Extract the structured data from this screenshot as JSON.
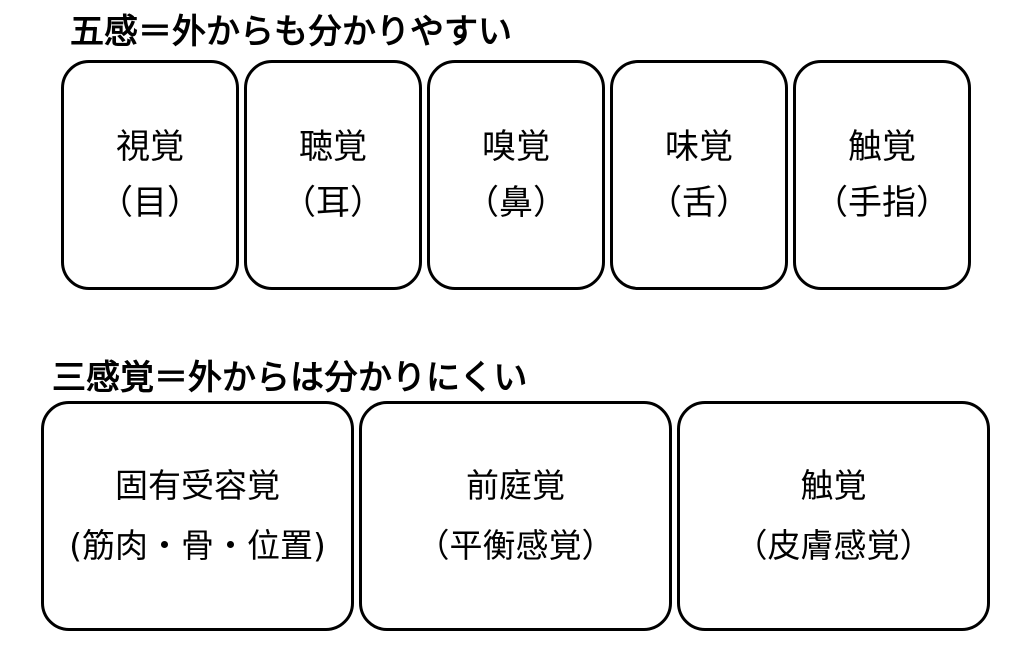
{
  "five_senses": {
    "heading": "五感＝外からも分かりやすい",
    "items": [
      {
        "title": "視覚",
        "sub": "（目）"
      },
      {
        "title": "聴覚",
        "sub": "（耳）"
      },
      {
        "title": "嗅覚",
        "sub": "（鼻）"
      },
      {
        "title": "味覚",
        "sub": "（舌）"
      },
      {
        "title": "触覚",
        "sub": "（手指）"
      }
    ]
  },
  "three_senses": {
    "heading": "三感覚＝外からは分かりにくい",
    "items": [
      {
        "title": "固有受容覚",
        "sub": "(筋肉・骨・位置)"
      },
      {
        "title": "前庭覚",
        "sub": "（平衡感覚）"
      },
      {
        "title": "触覚",
        "sub": "（皮膚感覚）"
      }
    ]
  }
}
